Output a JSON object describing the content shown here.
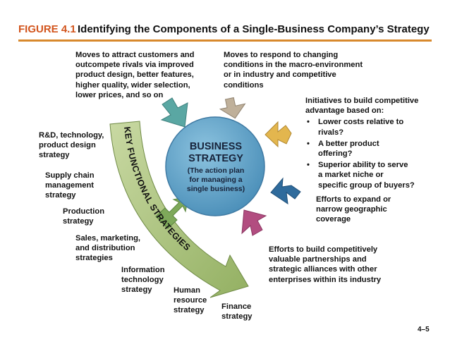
{
  "figure": {
    "number": "FIGURE 4.1",
    "title": "Identifying the Components of a Single-Business Company’s Strategy"
  },
  "center": {
    "title_line1": "BUSINESS",
    "title_line2": "STRATEGY",
    "sub_line1": "(The action plan",
    "sub_line2": "for managing a",
    "sub_line3": "single business)"
  },
  "arc_label": "KEY FUNCTIONAL STRATEGIES",
  "top": {
    "left": [
      "Moves to attract customers and",
      "outcompete rivals via improved",
      "product design, better features,",
      "higher quality, wider selection,",
      "lower prices, and so on"
    ],
    "right": [
      "Moves to respond to changing",
      "conditions in the macro-environment",
      "or in industry and competitive",
      "conditions"
    ]
  },
  "right": {
    "initiatives_heading": [
      "Initiatives to build competitive",
      "advantage based on:"
    ],
    "bullets": [
      [
        "Lower costs relative to",
        "rivals?"
      ],
      [
        "A better product",
        "offering?"
      ],
      [
        "Superior ability to serve",
        "a market niche or",
        "specific group of buyers?"
      ]
    ],
    "expand": [
      "Efforts to expand or",
      "narrow geographic",
      "coverage"
    ],
    "alliances": [
      "Efforts to build competitively",
      "valuable partnerships and",
      "strategic alliances with other",
      "enterprises within its industry"
    ]
  },
  "functional": {
    "rnd": [
      "R&D, technology,",
      "product design",
      "strategy"
    ],
    "supply": [
      "Supply chain",
      "management",
      "strategy"
    ],
    "production": [
      "Production",
      "strategy"
    ],
    "sales": [
      "Sales, marketing,",
      "and distribution",
      "strategies"
    ],
    "it": [
      "Information",
      "technology",
      "strategy"
    ],
    "hr": [
      "Human",
      "resource",
      "strategy"
    ],
    "finance": [
      "Finance",
      "strategy"
    ]
  },
  "page_number": "4–5",
  "colors": {
    "figure_number": "#d2541c",
    "rule": "#d8892d",
    "center_circle": "#5b9fc4",
    "arc": "#a8c07a",
    "arrow_teal": "#5aa7a3",
    "arrow_tan": "#bfb09a",
    "arrow_gold": "#e3b64e",
    "arrow_blue": "#2f6b9c",
    "arrow_magenta": "#b24d80",
    "arrow_green": "#7ea95a"
  }
}
